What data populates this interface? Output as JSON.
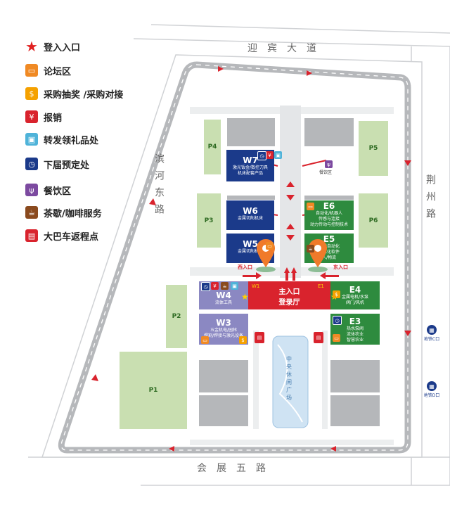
{
  "legend": [
    {
      "icon": "red-star-icon",
      "label": "登入入口",
      "color": "#e02020"
    },
    {
      "icon": "forum-icon",
      "label": "论坛区",
      "color": "#f08a24"
    },
    {
      "icon": "lottery-icon",
      "label": "采购抽奖 /采购对接",
      "color": "#f5a100"
    },
    {
      "icon": "reimbursement-icon",
      "label": "报销",
      "color": "#d9232d"
    },
    {
      "icon": "gift-icon",
      "label": "转发领礼品处",
      "color": "#4fb3d9"
    },
    {
      "icon": "booking-icon",
      "label": "下届预定处",
      "color": "#1b3a8a"
    },
    {
      "icon": "dining-icon",
      "label": "餐饮区",
      "color": "#7c4aa0"
    },
    {
      "icon": "coffee-icon",
      "label": "茶歇/咖啡服务",
      "color": "#8a4a1e"
    },
    {
      "icon": "bus-icon",
      "label": "大巴车返程点",
      "color": "#d9232d"
    }
  ],
  "roads": {
    "north": "迎宾大道",
    "south": "会展五路",
    "west": "滨河东路",
    "east": "荆州路"
  },
  "halls": {
    "W7": {
      "id": "W7",
      "desc": "激光钣金/数控刀具\n机床配套产品"
    },
    "W6": {
      "id": "W6",
      "desc": "金属切削机床"
    },
    "W5": {
      "id": "W5",
      "desc": "金属切削机床"
    },
    "W4": {
      "id": "W4",
      "desc": "流体工具"
    },
    "W3": {
      "id": "W3",
      "desc": "五金机电/园林\n焊割/焊接与激光设备"
    },
    "E6": {
      "id": "E6",
      "desc": "自动化/机器人\n传感与连接\n动力传动与控制技术"
    },
    "E5": {
      "id": "E5",
      "desc": "智能自动化\n信息化软件\n人/物流"
    },
    "E4": {
      "id": "E4",
      "desc": "金属电机/水泵\n阀门/风机"
    },
    "E3": {
      "id": "E3",
      "desc": "热水泵阀\n流体农业\n智慧农业"
    }
  },
  "dining_label": "餐饮区",
  "main_hall": {
    "line1": "主入口",
    "line2": "登录厅"
  },
  "west_entrance": "西入口",
  "east_entrance": "东入口",
  "plaza": "中央休闲广场",
  "parking": [
    "P1",
    "P2",
    "P3",
    "P4",
    "P5",
    "P6"
  ],
  "metro_north": "地铁C口",
  "metro_south": "地铁D口",
  "booth_w": "W1",
  "booth_e": "E1",
  "colors": {
    "road": "#c8cacd",
    "hall": "#b5b7ba",
    "blue": "#1b3a8a",
    "green": "#2e8b3e",
    "purple": "#8b88c2",
    "park": "#c9dfb1",
    "red": "#d9232d"
  }
}
